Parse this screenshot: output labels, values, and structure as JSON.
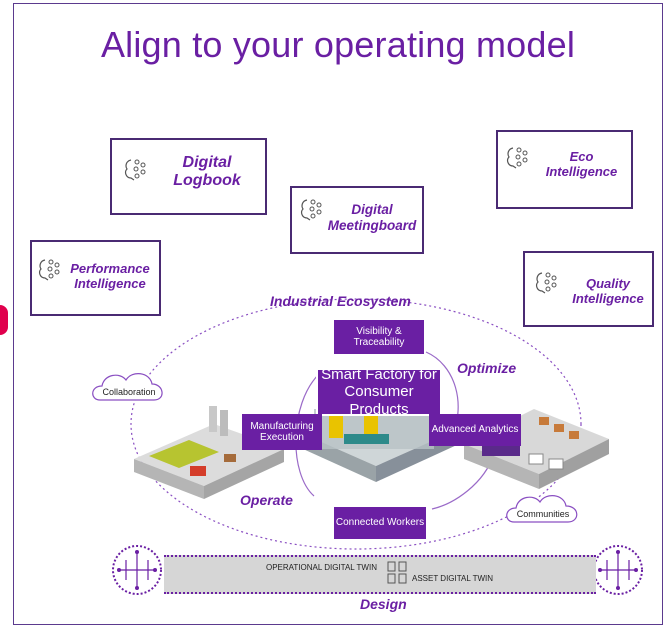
{
  "title": "Align to your operating model",
  "tiles": {
    "digital_logbook": [
      "Digital",
      "Logbook"
    ],
    "eco_intelligence": [
      "Eco",
      "Intelligence"
    ],
    "digital_meetingboard": [
      "Digital",
      "Meetingboard"
    ],
    "performance_intelligence": [
      "Performance",
      "Intelligence"
    ],
    "quality_intelligence": [
      "Quality",
      "Intelligence"
    ]
  },
  "diagram": {
    "industrial_ecosystem": "Industrial Ecosystem",
    "optimize": "Optimize",
    "operate": "Operate",
    "design": "Design",
    "visibility": [
      "Visibility &",
      "Traceability"
    ],
    "smart_factory": [
      "Smart Factory for",
      "Consumer Products"
    ],
    "manufacturing": [
      "Manufacturing",
      "Execution"
    ],
    "advanced_analytics": "Advanced Analytics",
    "connected_workers": "Connected Workers",
    "collaboration": "Collaboration",
    "communities": "Communities",
    "operational_twin": "OPERATIONAL DIGITAL TWIN",
    "asset_twin": "ASSET DIGITAL TWIN"
  },
  "colors": {
    "brand": "#6a1fa3",
    "border": "#4a2a73",
    "accent": "#e0004d"
  }
}
